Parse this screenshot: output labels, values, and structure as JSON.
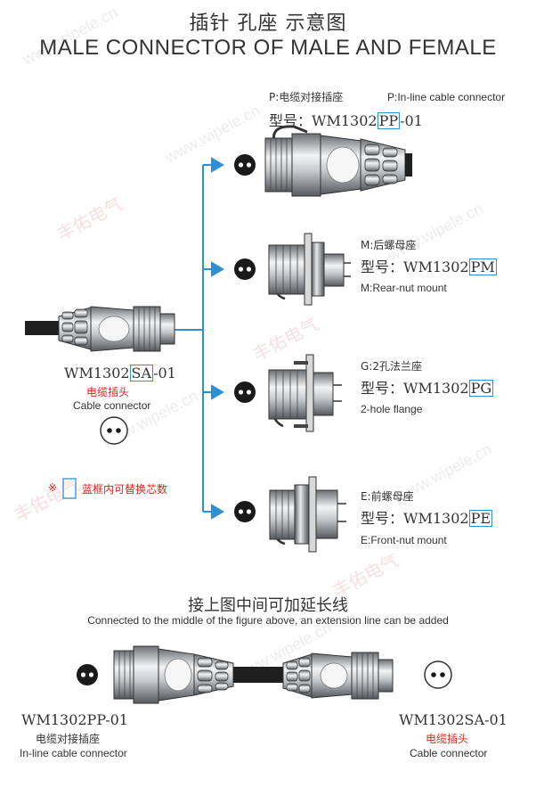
{
  "header": {
    "title_cn": "插针 孔座 示意图",
    "title_en": "MALE CONNECTOR OF MALE AND FEMALE"
  },
  "left_connector": {
    "model_prefix": "WM1302",
    "model_code": "SA",
    "model_suffix": "-01",
    "name_cn": "电缆插头",
    "name_en": "Cable connector"
  },
  "note": {
    "mark": "※",
    "text": "蓝框内可替换芯数"
  },
  "options": [
    {
      "title_cn": "P:电缆对接插座",
      "title_en": "P:In-line cable connector",
      "model_label": "型号：",
      "model_prefix": "WM1302",
      "model_code": "PP",
      "model_suffix": "-01"
    },
    {
      "title_cn": "M:后螺母座",
      "title_en": "M:Rear-nut mount",
      "model_label": "型号：",
      "model_prefix": "WM1302",
      "model_code": "PM",
      "model_suffix": ""
    },
    {
      "title_cn": "G:2孔法兰座",
      "title_en": "2-hole flange",
      "model_label": "型号：",
      "model_prefix": "WM1302",
      "model_code": "PG",
      "model_suffix": ""
    },
    {
      "title_cn": "E:前螺母座",
      "title_en": "E:Front-nut mount",
      "model_label": "型号：",
      "model_prefix": "WM1302",
      "model_code": "PE",
      "model_suffix": ""
    }
  ],
  "extension": {
    "title_cn": "接上图中间可加延长线",
    "title_en": "Connected to the middle of the figure above, an extension line can be added",
    "left_model": "WM1302PP-01",
    "left_name_cn": "电缆对接插座",
    "left_name_en": "In-line cable connector",
    "right_model": "WM1302SA-01",
    "right_name_cn": "电缆插头",
    "right_name_en": "Cable connector"
  },
  "watermarks": {
    "cn": "丰佑电气",
    "en": "www.wipele.cn"
  },
  "colors": {
    "accent": "#2f8fd6",
    "red": "#d8261c",
    "text": "#333333"
  }
}
